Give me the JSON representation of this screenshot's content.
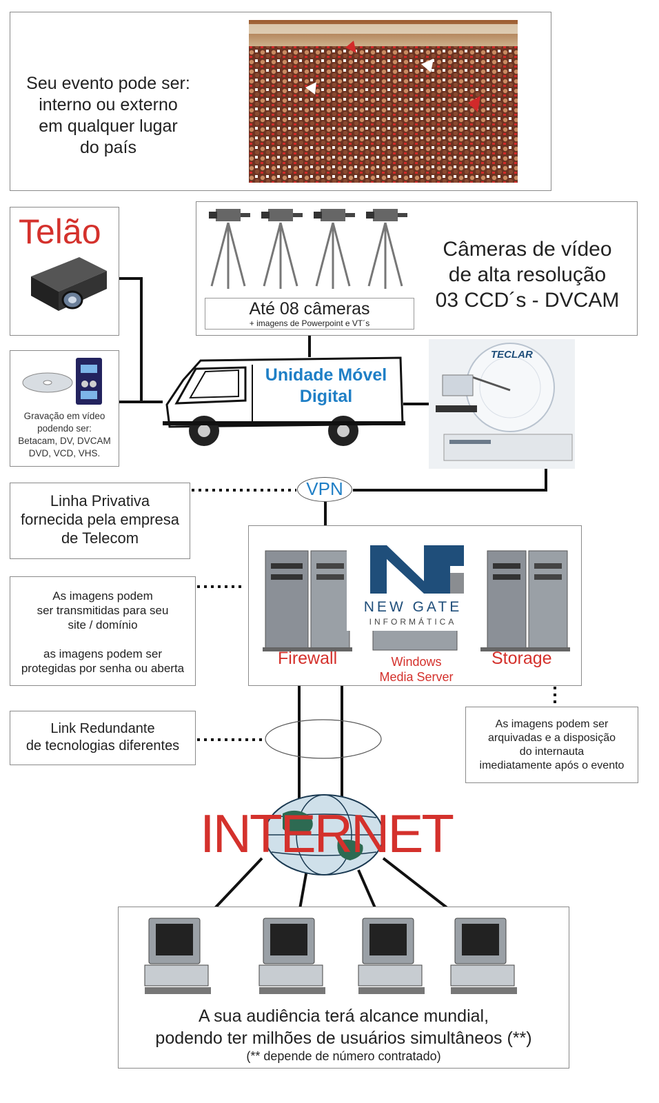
{
  "event_box": {
    "lines": [
      "Seu evento pode ser:",
      "interno ou externo",
      "em qualquer lugar",
      "do país"
    ]
  },
  "telao": {
    "title": "Telão"
  },
  "recording": {
    "lines": [
      "Gravação em vídeo",
      "podendo ser:",
      "Betacam, DV, DVCAM",
      "DVD, VCD, VHS."
    ]
  },
  "cameras": {
    "count_label": "Até 08 câmeras",
    "sub_label": "+ imagens de Powerpoint e VT´s",
    "desc_lines": [
      "Câmeras de vídeo",
      "de alta resolução",
      "03 CCD´s - DVCAM"
    ]
  },
  "van": {
    "lines": [
      "Unidade Móvel",
      "Digital"
    ]
  },
  "satellite": {
    "brand": "TECLAR"
  },
  "vpn": {
    "label": "VPN"
  },
  "private_line": {
    "lines": [
      "Linha Privativa",
      "fornecida pela empresa",
      "de Telecom"
    ]
  },
  "transmit": {
    "lines": [
      "As imagens podem",
      "ser transmitidas para seu",
      "site / domínio",
      "",
      "as imagens podem ser",
      "protegidas por senha ou aberta"
    ]
  },
  "server_room": {
    "logo_main": "NEW GATE",
    "logo_sub": "INFORMÁTICA",
    "firewall": "Firewall",
    "wms_lines": [
      "Windows",
      "Media Server"
    ],
    "storage": "Storage"
  },
  "redundant": {
    "lines": [
      "Link Redundante",
      "de tecnologias diferentes"
    ]
  },
  "archive": {
    "lines": [
      "As imagens podem ser",
      "arquivadas e a disposição",
      "do internauta",
      "imediatamente após o evento"
    ]
  },
  "internet": {
    "label": "INTERNET"
  },
  "audience": {
    "lines": [
      "A sua audiência terá alcance mundial,",
      "podendo ter milhões de usuários simultâneos (**)"
    ],
    "note": "(** depende de número contratado)"
  },
  "colors": {
    "red": "#d4312c",
    "blue": "#1f7fc6",
    "navy": "#1f4e7a"
  }
}
